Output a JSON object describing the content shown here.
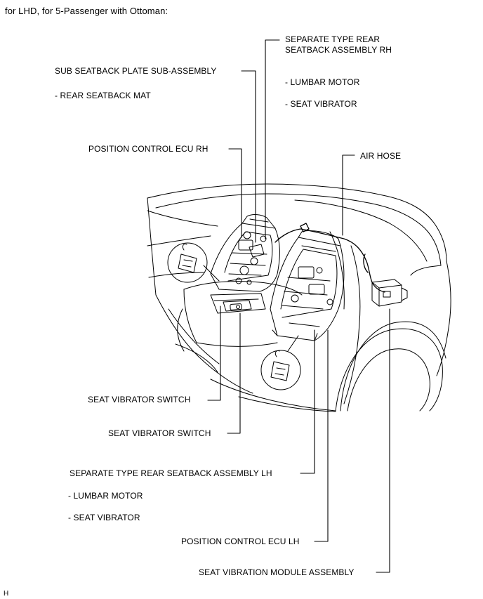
{
  "header": {
    "title": "for LHD, for 5-Passenger with Ottoman:"
  },
  "labels": {
    "sep_rh_line1": "SEPARATE TYPE REAR",
    "sep_rh_line2": "SEATBACK ASSEMBLY RH",
    "sep_rh_lumbar": "- LUMBAR MOTOR",
    "sep_rh_vibrator": "- SEAT VIBRATOR",
    "sub_plate": "SUB SEATBACK PLATE SUB-ASSEMBLY",
    "sub_plate_mat": "- REAR SEATBACK MAT",
    "ecu_rh": "POSITION CONTROL ECU RH",
    "air_hose": "AIR HOSE",
    "switch_1": "SEAT VIBRATOR SWITCH",
    "switch_2": "SEAT VIBRATOR SWITCH",
    "sep_lh": "SEPARATE TYPE REAR SEATBACK ASSEMBLY LH",
    "sep_lh_lumbar": "- LUMBAR MOTOR",
    "sep_lh_vibrator": "- SEAT VIBRATOR",
    "ecu_lh": "POSITION CONTROL ECU LH",
    "vib_module": "SEAT VIBRATION MODULE ASSEMBLY"
  },
  "footer": {
    "code": "H"
  },
  "colors": {
    "line": "#000000",
    "background": "#ffffff"
  }
}
